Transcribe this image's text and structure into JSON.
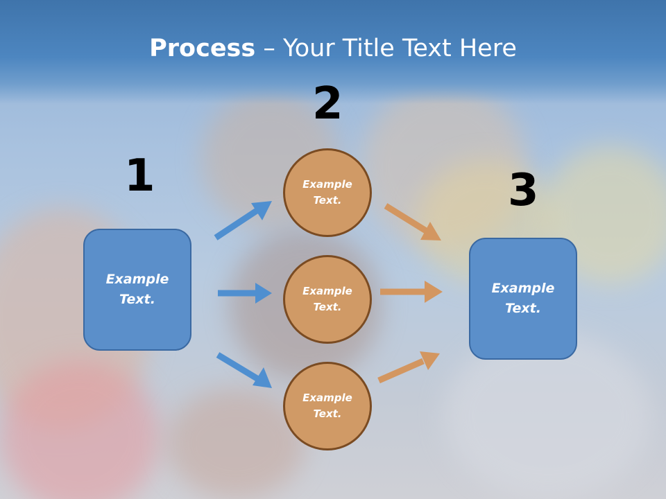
{
  "slide": {
    "title_bold": "Process",
    "title_rest": " – Your Title Text Here",
    "steps": [
      {
        "number": "1",
        "box_text": "Example\nText."
      },
      {
        "number": "2",
        "circles": [
          "Example\nText.",
          "Example\nText.",
          "Example\nText."
        ]
      },
      {
        "number": "3",
        "box_text": "Example\nText."
      }
    ]
  },
  "colors": {
    "header_blue": "#4d86c0",
    "box_blue": "#5b8fca",
    "circle_tan": "#d09a66",
    "arrow_blue": "#4f8fd0",
    "arrow_orange": "#d39660"
  }
}
